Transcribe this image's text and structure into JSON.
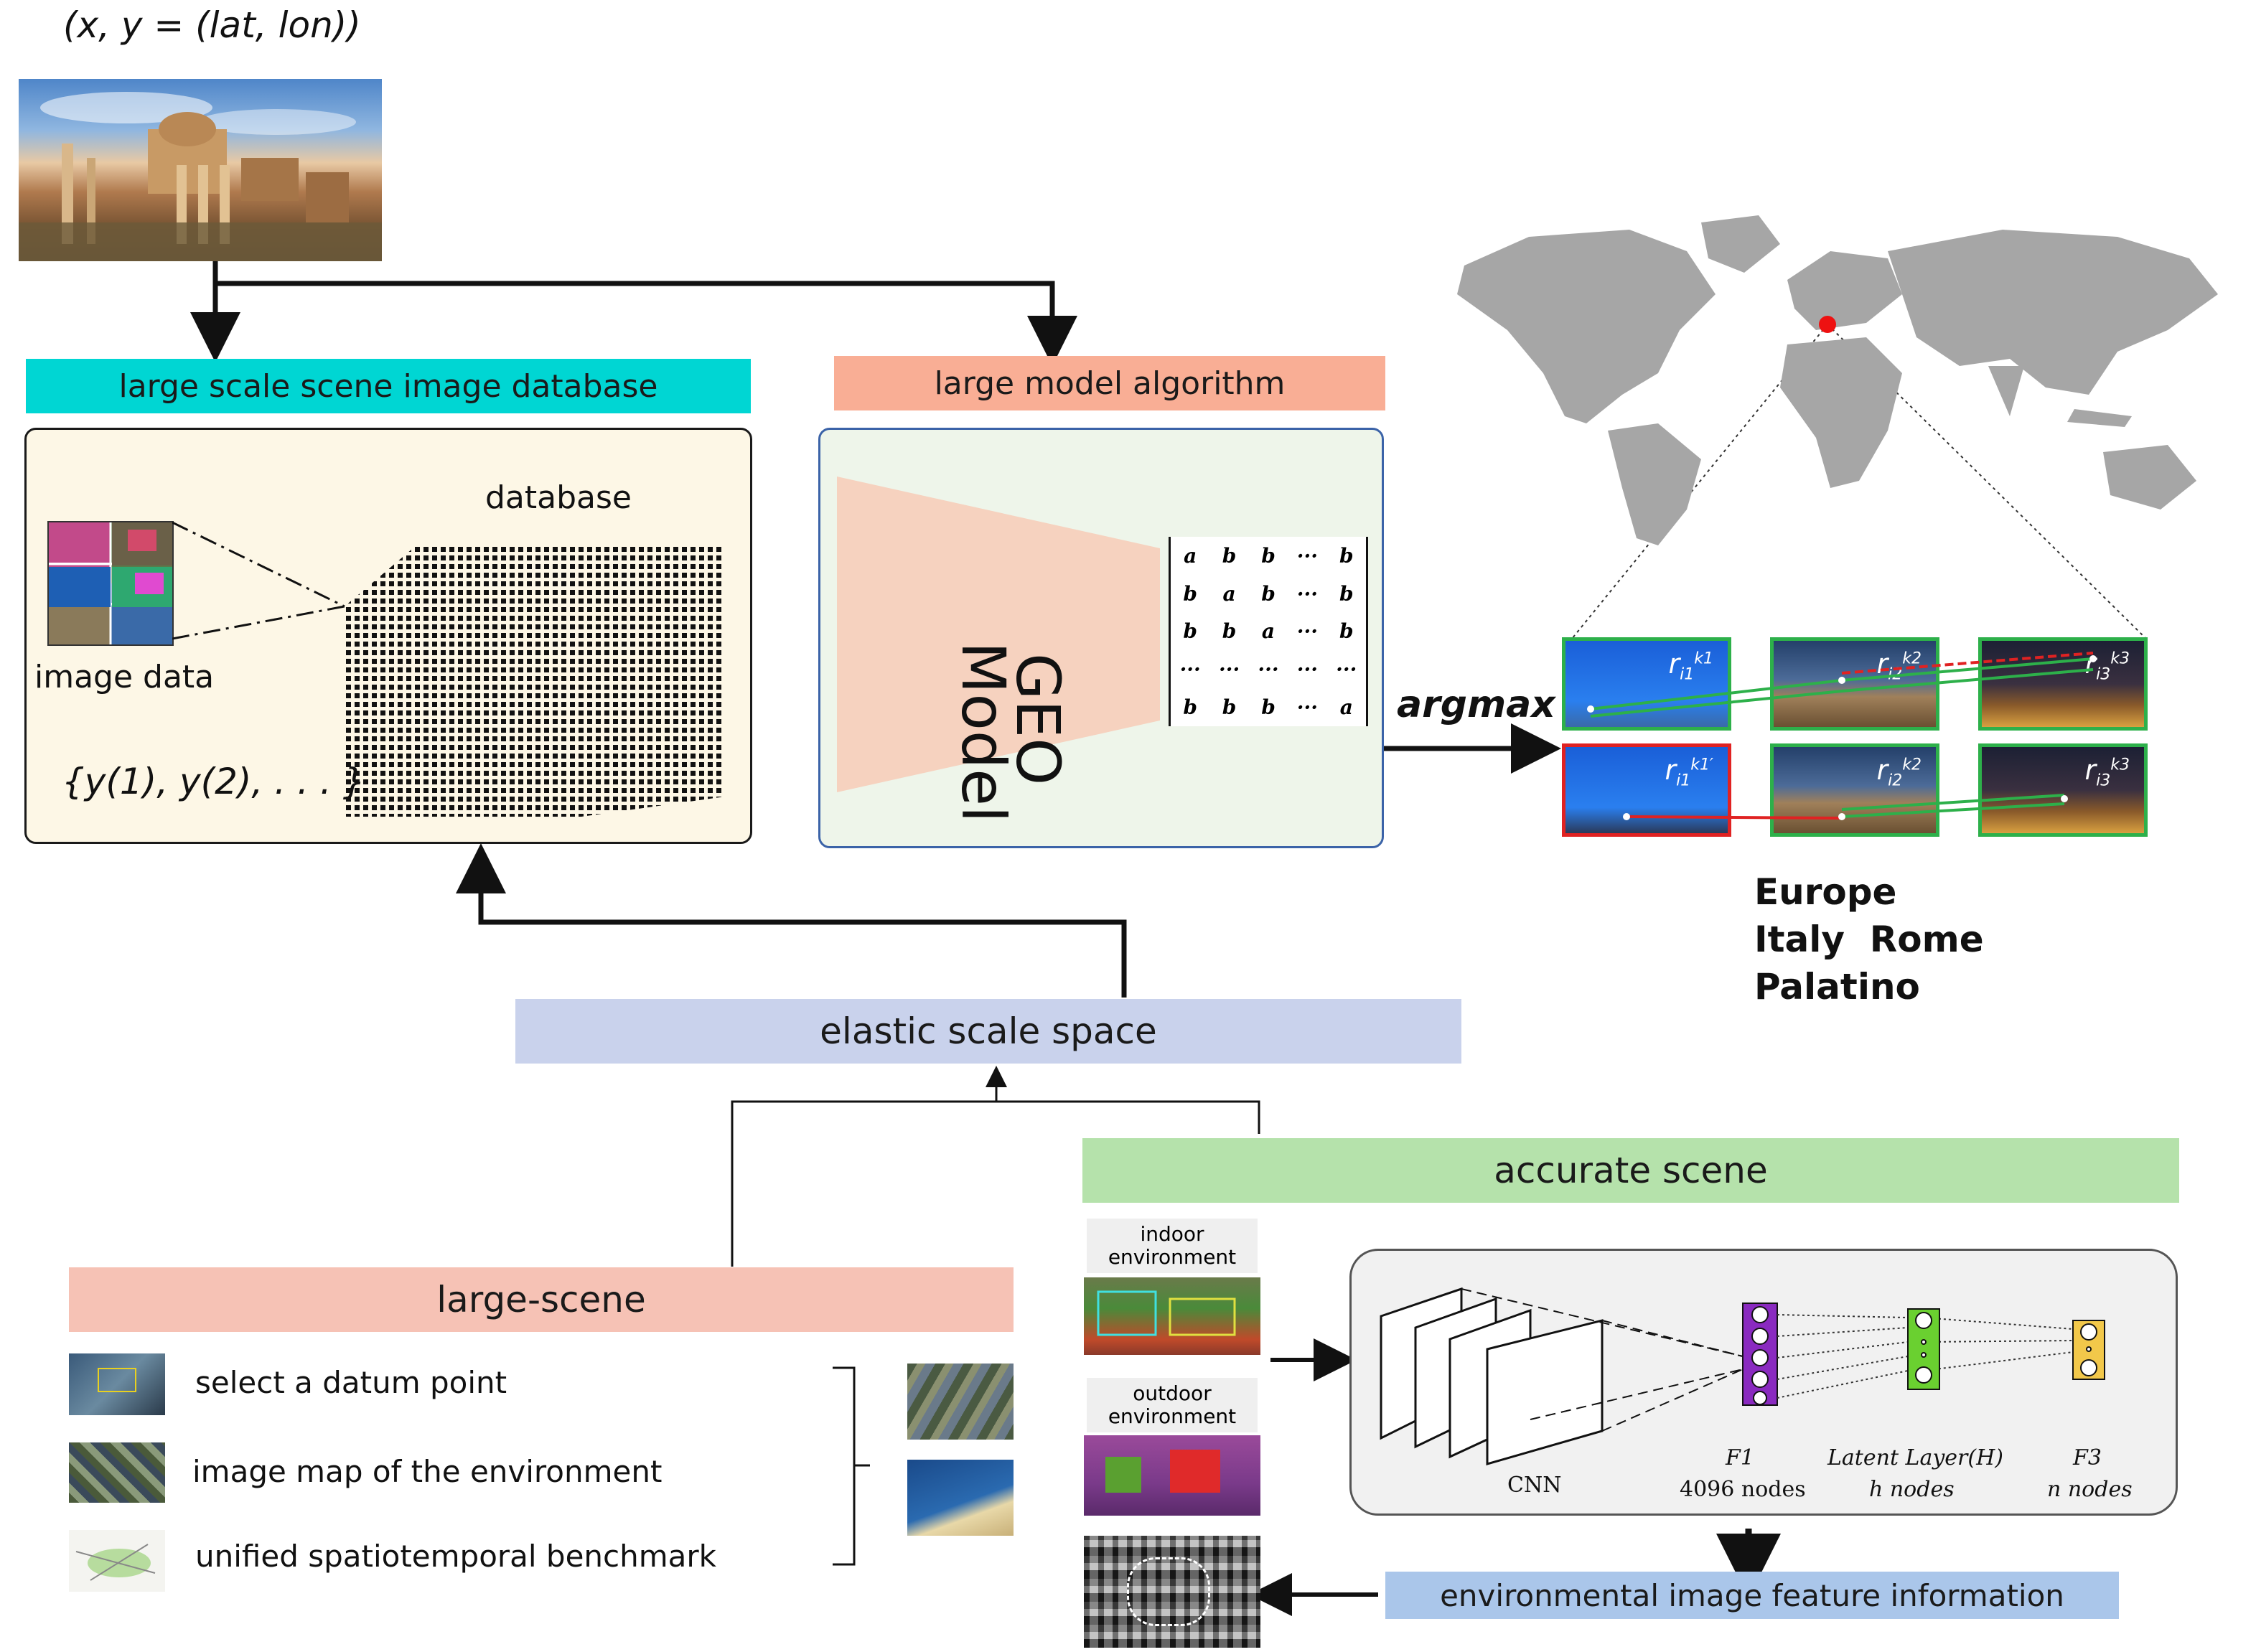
{
  "coords_label": "(x, y = (lat, lon))",
  "top_left": {
    "db_banner": "large scale scene image database",
    "db_panel_title": "database",
    "image_data_label": "image data",
    "set_label": "{y(1), y(2), . . . }"
  },
  "model": {
    "banner": "large model algorithm",
    "geo_line1": "GEO",
    "geo_line2": "Model",
    "matrix": [
      [
        "a",
        "b",
        "b",
        "···",
        "b"
      ],
      [
        "b",
        "a",
        "b",
        "···",
        "b"
      ],
      [
        "b",
        "b",
        "a",
        "···",
        "b"
      ],
      [
        "···",
        "···",
        "···",
        "···",
        "···"
      ],
      [
        "b",
        "b",
        "b",
        "···",
        "a"
      ]
    ],
    "argmax": "argmax"
  },
  "retrieval": {
    "row1": [
      "r_i1^k1",
      "r_i2^k2",
      "r_i3^k3"
    ],
    "row2": [
      "r_i1^k1'",
      "r_i2^k2",
      "r_i3^k3"
    ],
    "labels": {
      "r": "r",
      "sub1": "i1",
      "sub2": "i2",
      "sub3": "i3",
      "sup1": "k1",
      "sup1p": "k1′",
      "sup2": "k2",
      "sup3": "k3"
    }
  },
  "location": {
    "line1": "Europe",
    "line2": "Italy  Rome",
    "line3": "Palatino"
  },
  "elastic": {
    "banner": "elastic scale space"
  },
  "large_scene": {
    "banner": "large-scene",
    "items": [
      "select a datum point",
      "image map of the environment",
      "unified spatiotemporal benchmark"
    ]
  },
  "accurate": {
    "banner": "accurate scene",
    "indoor_line1": "indoor",
    "indoor_line2": "environment",
    "outdoor_line1": "outdoor",
    "outdoor_line2": "environment",
    "feature_banner": "environmental image feature information",
    "net": {
      "cnn": "CNN",
      "f1": "F1",
      "f1_nodes": "4096 nodes",
      "latent": "Latent Layer(H)",
      "latent_nodes": "h nodes",
      "f3": "F3",
      "f3_nodes": "n nodes"
    }
  },
  "colors": {
    "cyan_banner": "#00d6d3",
    "salmon_banner": "#f9ae95",
    "lavender_banner": "#c9d2ec",
    "pink_banner": "#f6c2b5",
    "green_banner": "#b5e2ab",
    "blue_banner": "#aac6ea",
    "db_panel": "#fdf7e6",
    "model_panel": "#eef5ea",
    "map_land": "#a6a6a6",
    "marker": "#ee1111"
  }
}
